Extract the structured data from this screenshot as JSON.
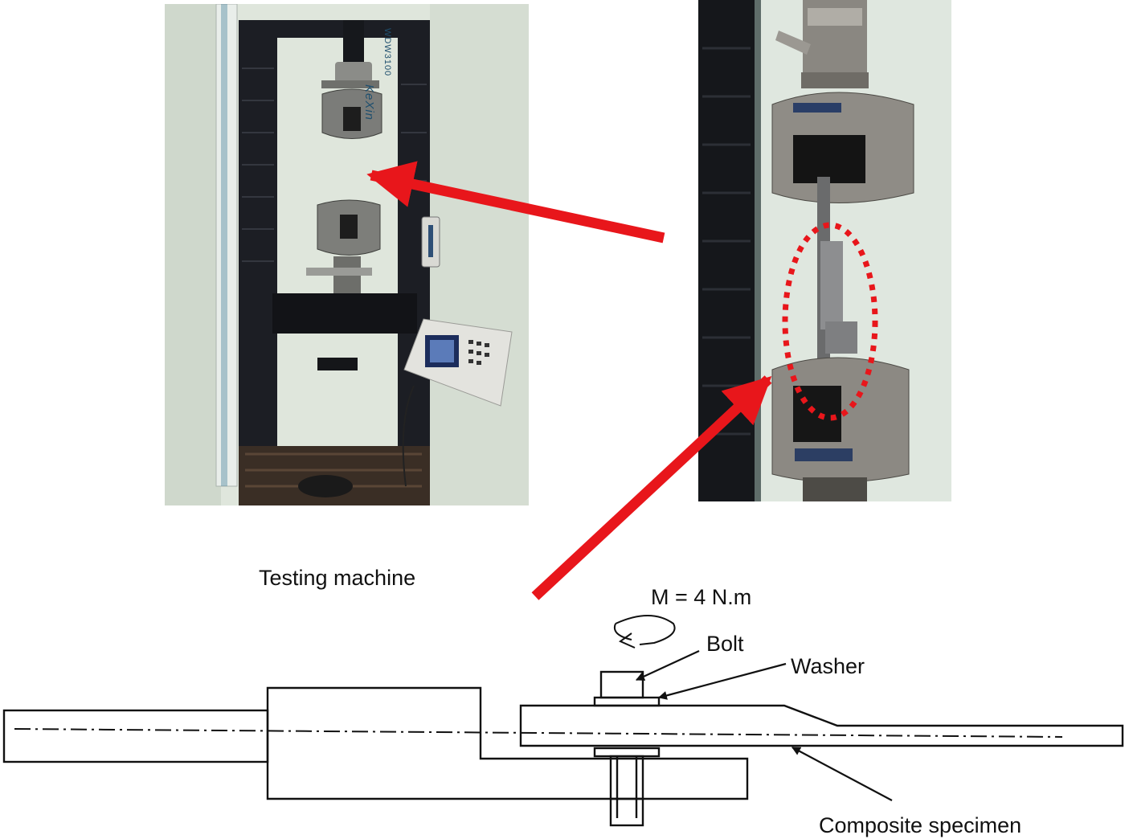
{
  "photos": {
    "left": {
      "machine_brand": "KeXin",
      "machine_model": "WDW3100"
    },
    "right": {}
  },
  "labels": {
    "testing_machine": "Testing machine",
    "moment": "M = 4 N.m",
    "bolt": "Bolt",
    "washer": "Washer",
    "composite_specimen": "Composite specimen"
  },
  "colors": {
    "arrow": "#e8161b",
    "highlight_ellipse": "#e8161b",
    "drawing_line": "#111111",
    "wall": "#d9e2d8",
    "frame_dark": "#1b1d22",
    "grip_metal": "#8e8f8c"
  },
  "icons": {
    "rotation": "rotate-arrow-icon",
    "pointer": "arrow-pointer-icon"
  }
}
